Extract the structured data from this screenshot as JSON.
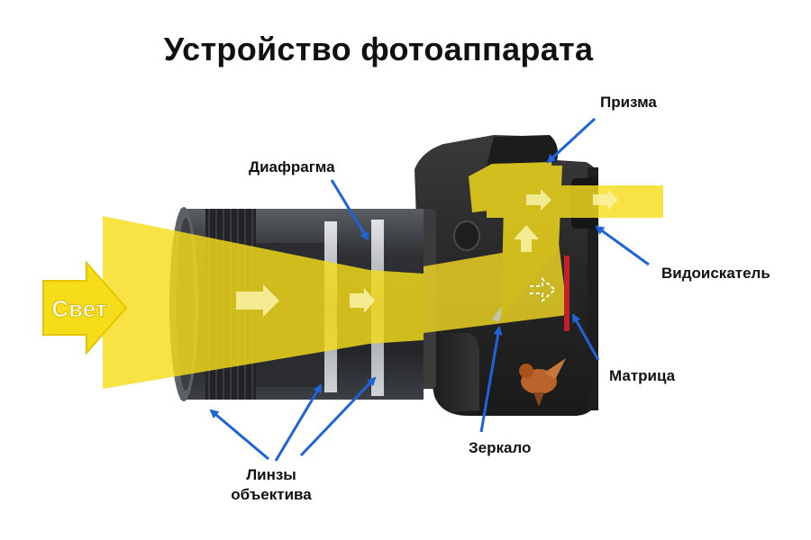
{
  "title": "Устройство фотоаппарата",
  "colors": {
    "light": "#f5dd1a",
    "arrow": "#1f63d8",
    "camera_body": "#2b2b2b",
    "lens_silver": "#b8bcc0",
    "sensor": "#c4202a"
  },
  "input_arrow_label": "Свет",
  "labels": {
    "prism": "Призма",
    "diaphragm": "Диафрагма",
    "viewfinder": "Видоискатель",
    "sensor": "Матрица",
    "mirror": "Зеркало",
    "lenses_line1": "Линзы",
    "lenses_line2": "объектива"
  },
  "icons": [
    "light-arrow-icon",
    "bird-icon"
  ]
}
